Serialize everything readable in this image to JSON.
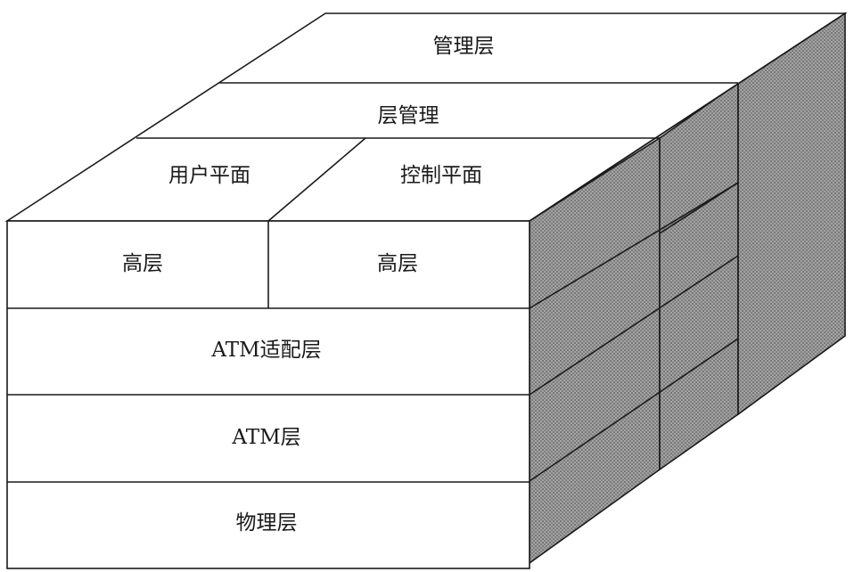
{
  "diagram": {
    "top": {
      "management_layer": "管理层",
      "layer_management": "层管理",
      "user_plane": "用户平面",
      "control_plane": "控制平面"
    },
    "front": {
      "user_higher_layer": "高层",
      "control_higher_layer": "高层",
      "aal": "ATM适配层",
      "atm_layer": "ATM层",
      "physical_layer": "物理层"
    },
    "colors": {
      "side_fill": "#9a9a9a",
      "side_dot": "#5e5e5e",
      "line": "#1a1a1a"
    }
  }
}
